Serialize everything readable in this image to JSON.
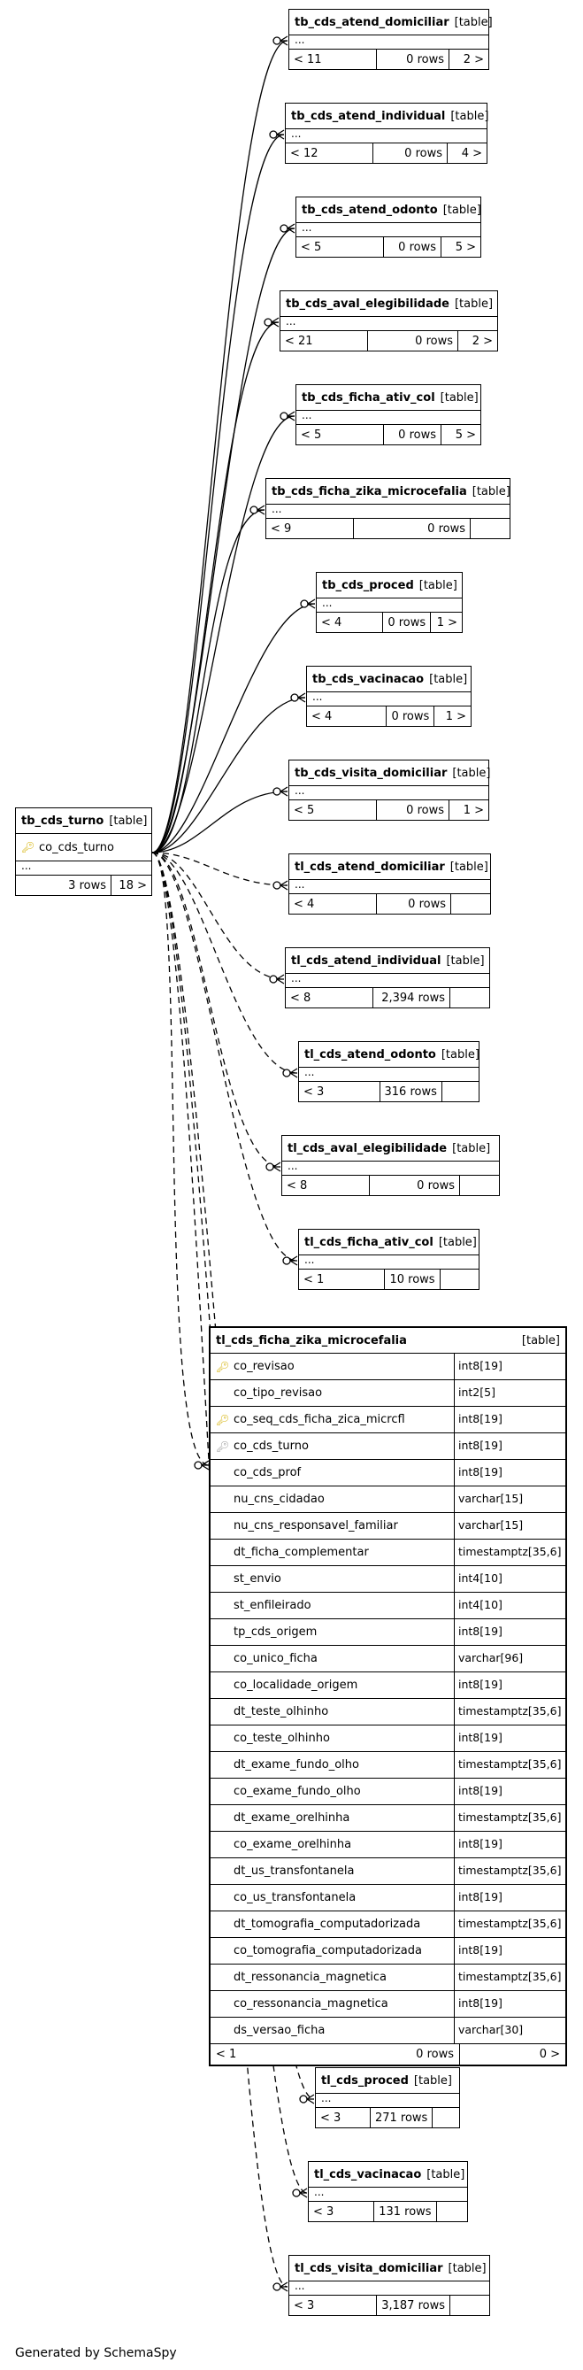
{
  "central_table": {
    "name": "tb_cds_turno",
    "type_label": "[table]",
    "pk_column": "co_cds_turno",
    "pk_icon": "key-icon",
    "ellipsis": "...",
    "rows": "3 rows",
    "children": "18 >"
  },
  "tables": [
    {
      "name": "tb_cds_atend_domiciliar",
      "type_label": "[table]",
      "ellipsis": "...",
      "parents": "< 11",
      "rows": "0 rows",
      "children": "2 >"
    },
    {
      "name": "tb_cds_atend_individual",
      "type_label": "[table]",
      "ellipsis": "...",
      "parents": "< 12",
      "rows": "0 rows",
      "children": "4 >"
    },
    {
      "name": "tb_cds_atend_odonto",
      "type_label": "[table]",
      "ellipsis": "...",
      "parents": "< 5",
      "rows": "0 rows",
      "children": "5 >"
    },
    {
      "name": "tb_cds_aval_elegibilidade",
      "type_label": "[table]",
      "ellipsis": "...",
      "parents": "< 21",
      "rows": "0 rows",
      "children": "2 >"
    },
    {
      "name": "tb_cds_ficha_ativ_col",
      "type_label": "[table]",
      "ellipsis": "...",
      "parents": "< 5",
      "rows": "0 rows",
      "children": "5 >"
    },
    {
      "name": "tb_cds_ficha_zika_microcefalia",
      "type_label": "[table]",
      "ellipsis": "...",
      "parents": "< 9",
      "rows": "0 rows",
      "children": ""
    },
    {
      "name": "tb_cds_proced",
      "type_label": "[table]",
      "ellipsis": "...",
      "parents": "< 4",
      "rows": "0 rows",
      "children": "1 >"
    },
    {
      "name": "tb_cds_vacinacao",
      "type_label": "[table]",
      "ellipsis": "...",
      "parents": "< 4",
      "rows": "0 rows",
      "children": "1 >"
    },
    {
      "name": "tb_cds_visita_domiciliar",
      "type_label": "[table]",
      "ellipsis": "...",
      "parents": "< 5",
      "rows": "0 rows",
      "children": "1 >"
    },
    {
      "name": "tl_cds_atend_domiciliar",
      "type_label": "[table]",
      "ellipsis": "...",
      "parents": "< 4",
      "rows": "0 rows",
      "children": ""
    },
    {
      "name": "tl_cds_atend_individual",
      "type_label": "[table]",
      "ellipsis": "...",
      "parents": "< 8",
      "rows": "2,394 rows",
      "children": ""
    },
    {
      "name": "tl_cds_atend_odonto",
      "type_label": "[table]",
      "ellipsis": "...",
      "parents": "< 3",
      "rows": "316 rows",
      "children": ""
    },
    {
      "name": "tl_cds_aval_elegibilidade",
      "type_label": "[table]",
      "ellipsis": "...",
      "parents": "< 8",
      "rows": "0 rows",
      "children": ""
    },
    {
      "name": "tl_cds_ficha_ativ_col",
      "type_label": "[table]",
      "ellipsis": "...",
      "parents": "< 1",
      "rows": "10 rows",
      "children": ""
    },
    {
      "name": "tl_cds_proced",
      "type_label": "[table]",
      "ellipsis": "...",
      "parents": "< 3",
      "rows": "271 rows",
      "children": ""
    },
    {
      "name": "tl_cds_vacinacao",
      "type_label": "[table]",
      "ellipsis": "...",
      "parents": "< 3",
      "rows": "131 rows",
      "children": ""
    },
    {
      "name": "tl_cds_visita_domiciliar",
      "type_label": "[table]",
      "ellipsis": "...",
      "parents": "< 3",
      "rows": "3,187 rows",
      "children": ""
    }
  ],
  "focus_table": {
    "name": "tl_cds_ficha_zika_microcefalia",
    "type_label": "[table]",
    "columns": [
      {
        "name": "co_revisao",
        "type": "int8[19]",
        "icon": "key-icon"
      },
      {
        "name": "co_tipo_revisao",
        "type": "int2[5]",
        "icon": ""
      },
      {
        "name": "co_seq_cds_ficha_zica_micrcfl",
        "type": "int8[19]",
        "icon": "key-icon"
      },
      {
        "name": "co_cds_turno",
        "type": "int8[19]",
        "icon": "foreign-key-icon"
      },
      {
        "name": "co_cds_prof",
        "type": "int8[19]",
        "icon": ""
      },
      {
        "name": "nu_cns_cidadao",
        "type": "varchar[15]",
        "icon": ""
      },
      {
        "name": "nu_cns_responsavel_familiar",
        "type": "varchar[15]",
        "icon": ""
      },
      {
        "name": "dt_ficha_complementar",
        "type": "timestamptz[35,6]",
        "icon": ""
      },
      {
        "name": "st_envio",
        "type": "int4[10]",
        "icon": ""
      },
      {
        "name": "st_enfileirado",
        "type": "int4[10]",
        "icon": ""
      },
      {
        "name": "tp_cds_origem",
        "type": "int8[19]",
        "icon": ""
      },
      {
        "name": "co_unico_ficha",
        "type": "varchar[96]",
        "icon": ""
      },
      {
        "name": "co_localidade_origem",
        "type": "int8[19]",
        "icon": ""
      },
      {
        "name": "dt_teste_olhinho",
        "type": "timestamptz[35,6]",
        "icon": ""
      },
      {
        "name": "co_teste_olhinho",
        "type": "int8[19]",
        "icon": ""
      },
      {
        "name": "dt_exame_fundo_olho",
        "type": "timestamptz[35,6]",
        "icon": ""
      },
      {
        "name": "co_exame_fundo_olho",
        "type": "int8[19]",
        "icon": ""
      },
      {
        "name": "dt_exame_orelhinha",
        "type": "timestamptz[35,6]",
        "icon": ""
      },
      {
        "name": "co_exame_orelhinha",
        "type": "int8[19]",
        "icon": ""
      },
      {
        "name": "dt_us_transfontanela",
        "type": "timestamptz[35,6]",
        "icon": ""
      },
      {
        "name": "co_us_transfontanela",
        "type": "int8[19]",
        "icon": ""
      },
      {
        "name": "dt_tomografia_computadorizada",
        "type": "timestamptz[35,6]",
        "icon": ""
      },
      {
        "name": "co_tomografia_computadorizada",
        "type": "int8[19]",
        "icon": ""
      },
      {
        "name": "dt_ressonancia_magnetica",
        "type": "timestamptz[35,6]",
        "icon": ""
      },
      {
        "name": "co_ressonancia_magnetica",
        "type": "int8[19]",
        "icon": ""
      },
      {
        "name": "ds_versao_ficha",
        "type": "varchar[30]",
        "icon": ""
      }
    ],
    "parents": "< 1",
    "rows": "0 rows",
    "children": "0 >"
  },
  "footer": {
    "text": "Generated by SchemaSpy"
  }
}
